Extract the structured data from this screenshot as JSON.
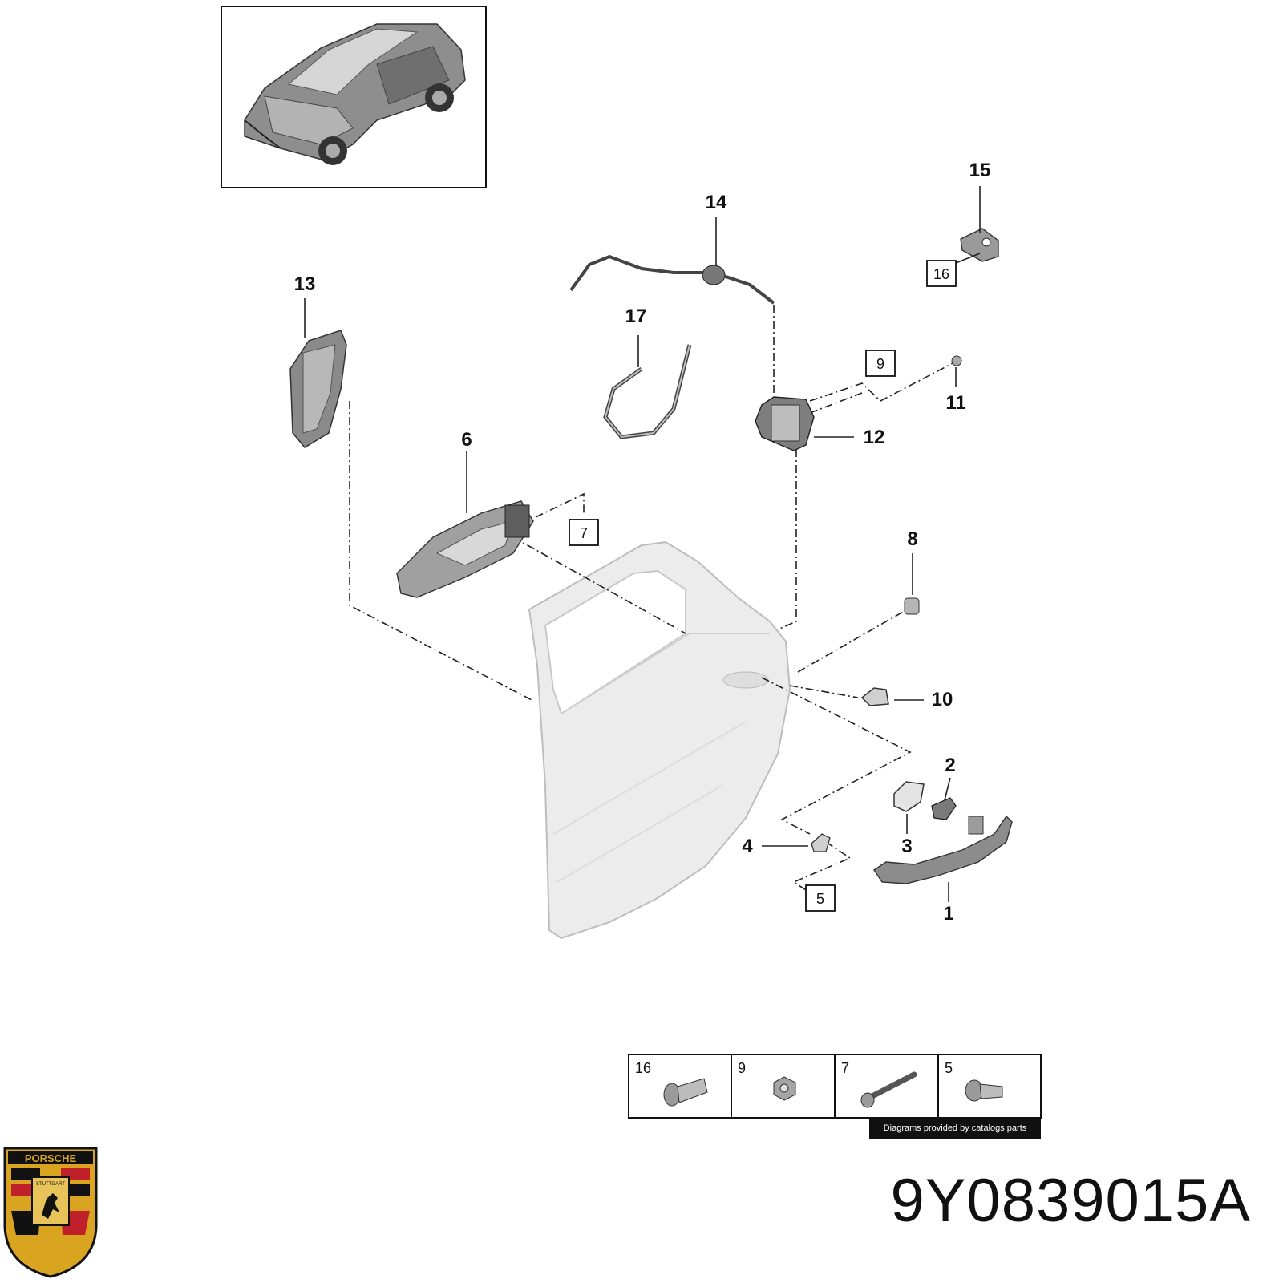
{
  "part_number": "9Y0839015A",
  "credit": "Diagrams provided by catalogs parts",
  "logo": {
    "icon": "porsche-crest-icon",
    "text_top": "PORSCHE",
    "text_mid": "STUTTGART",
    "colors": {
      "gold": "#d9a520",
      "red": "#c0202a",
      "black": "#111111"
    }
  },
  "callouts": {
    "c1": "1",
    "c2": "2",
    "c3": "3",
    "c4": "4",
    "c6": "6",
    "c8": "8",
    "c10": "10",
    "c11": "11",
    "c12": "12",
    "c13": "13",
    "c14": "14",
    "c15": "15",
    "c17": "17"
  },
  "boxed_refs": {
    "b5": "5",
    "b7": "7",
    "b9": "9",
    "b16": "16"
  },
  "fastener_table": [
    {
      "label": "16",
      "icon": "bolt-flange-icon"
    },
    {
      "label": "9",
      "icon": "nut-icon"
    },
    {
      "label": "7",
      "icon": "long-screw-icon"
    },
    {
      "label": "5",
      "icon": "torx-bolt-icon"
    }
  ]
}
